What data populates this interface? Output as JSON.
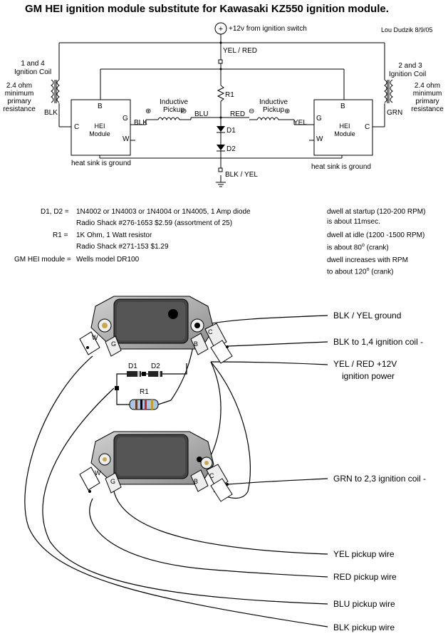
{
  "title": "GM HEI ignition module substitute for Kawasaki KZ550 ignition module.",
  "author": "Lou Dudzik 8/9/05",
  "schematic": {
    "supply": "+12v from ignition switch",
    "supply_wire": "YEL / RED",
    "ground_wire": "BLK / YEL",
    "r1": "R1",
    "d1": "D1",
    "d2": "D2",
    "left_coil": {
      "line1": "1 and 4",
      "line2": "Ignition Coil",
      "res1": "2.4 ohm",
      "res2": "minimum",
      "res3": "primary",
      "res4": "resistance",
      "wire": "BLK"
    },
    "right_coil": {
      "line1": "2 and 3",
      "line2": "Ignition Coil",
      "res1": "2.4 ohm",
      "res2": "minimum",
      "res3": "primary",
      "res4": "resistance",
      "wire": "GRN"
    },
    "left_module": {
      "label1": "HEI",
      "label2": "Module",
      "pin_b": "B",
      "pin_c": "C",
      "pin_g": "G",
      "pin_w": "W",
      "heatsink": "heat sink is ground"
    },
    "right_module": {
      "label1": "HEI",
      "label2": "Module",
      "pin_b": "B",
      "pin_c": "C",
      "pin_g": "G",
      "pin_w": "W",
      "heatsink": "heat sink is ground"
    },
    "left_pickup": {
      "line1": "Inductive",
      "line2": "Pickup",
      "plus": "⊕",
      "minus": "⊖",
      "wire_in": "BLK",
      "wire_out": "BLU"
    },
    "right_pickup": {
      "line1": "Inductive",
      "line2": "Pickup",
      "plus": "⊕",
      "minus": "⊖",
      "wire_in": "RED",
      "wire_out": "YEL"
    }
  },
  "parts": {
    "d_label": "D1, D2  =",
    "d_desc1": "1N4002 or 1N4003 or 1N4004 or 1N4005, 1 Amp diode",
    "d_desc2": "Radio Shack  #276-1653  $2.59 (assortment of 25)",
    "r_label": "R1  =",
    "r_desc1": "1K Ohm, 1 Watt resistor",
    "r_desc2": "Radio Shack  #271-153  $1.29",
    "m_label": "GM HEI module  =",
    "m_desc": "Wells model DR100"
  },
  "dwell": {
    "startup1": "dwell at startup (120-200 RPM)",
    "startup2": "is about 11msec.",
    "idle1": "dwell at idle (1200 -1500 RPM)",
    "idle2a": "is about 80",
    "idle2b": "(crank)",
    "high1": "dwell increases with RPM",
    "high2a": "to about 120",
    "high2b": "(crank)",
    "degree": "o"
  },
  "pictorial": {
    "d1": "D1",
    "d2": "D2",
    "r1": "R1",
    "pin_w": "W",
    "pin_g": "G",
    "pin_b": "B",
    "pin_c": "C",
    "labels": {
      "blk_yel": "BLK / YEL  ground",
      "blk_coil": "BLK to 1,4 ignition coil -",
      "yel_red1": "YEL / RED    +12V",
      "yel_red2": "ignition power",
      "grn_coil": "GRN to 2,3 ignition coil -",
      "yel_pickup": "YEL pickup wire",
      "red_pickup": "RED pickup wire",
      "blu_pickup": "BLU pickup wire",
      "blk_pickup": "BLK pickup wire"
    }
  }
}
